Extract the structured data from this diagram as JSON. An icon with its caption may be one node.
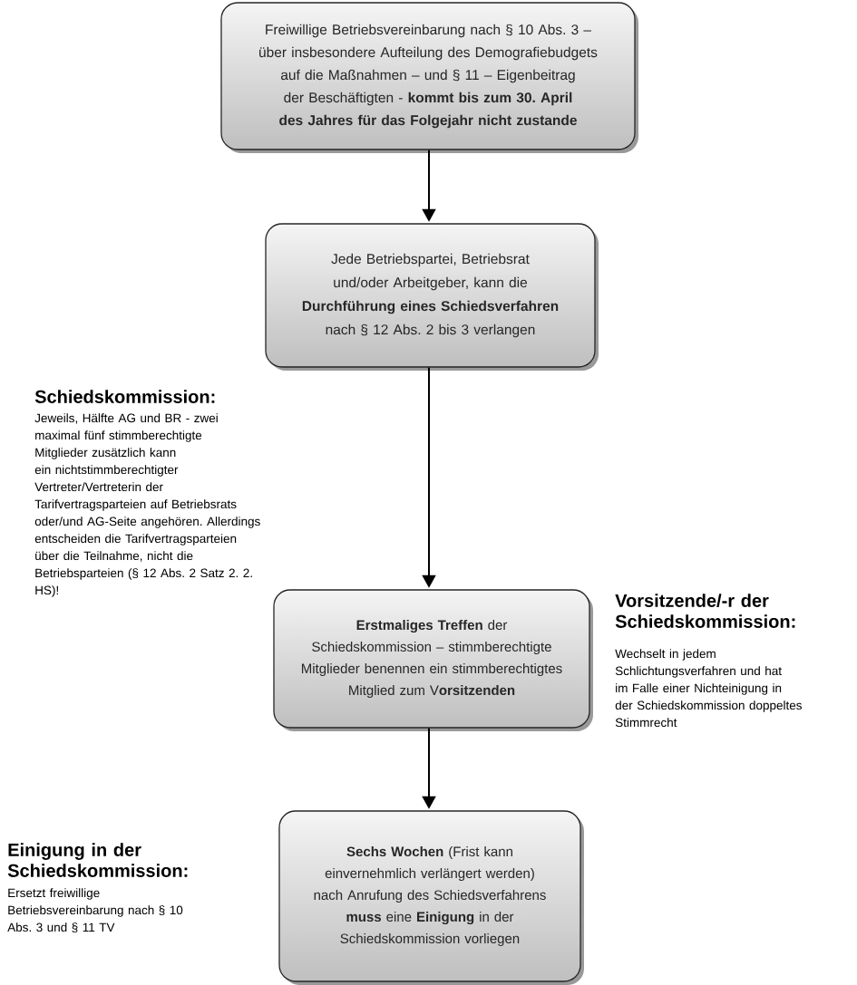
{
  "diagram": {
    "nodes": [
      {
        "text": [
          "Freiwillige Betriebsvereinbarung nach § 10 Abs. 3 – über insbesondere Aufteilung des Demografiebudgets auf die Maßnahmen – und § 11 – Eigenbeitrag der Beschäftigten - **kommt bis zum 30. April des Jahres für das Folgejahr nicht zustande**"
        ]
      },
      {
        "text": [
          "Jede Betriebspartei, Betriebsrat und/oder Arbeitgeber, kann die **Durchführung eines Schiedsverfahren** nach § 12 Abs. 2 bis 3 verlangen"
        ]
      },
      {
        "text": [
          "**Erstmaliges Treffen** der Schiedskommission – stimmberechtigte Mitglieder benennen ein stimmberechtigtes Mitglied zum V**orsitzenden**"
        ]
      },
      {
        "text": [
          "**Sechs Wochen** (Frist kann einvernehmlich verlängert werden) nach Anrufung des Schiedsverfahrens **muss** eine **Einigung** in der Schiedskommission vorliegen"
        ]
      }
    ],
    "edges": [
      {
        "from": 0,
        "to": 1,
        "arrow": "to"
      },
      {
        "from": 1,
        "to": 2,
        "arrow": "to"
      },
      {
        "from": 2,
        "to": 3,
        "arrow": "to"
      }
    ],
    "labels": [
      "Schiedskommission:",
      "Jeweils, Hälfte AG und BR - zwei maximal fünf stimmberechtigte Mitglieder zusätzlich kann ein nichtstimmberechtigter Vertreter/Vertreterin der Tarifvertragsparteien auf Betriebsrats oder/und AG-Seite angehören. Allerdings entscheiden die Tarifvertragsparteien über die Teilnahme, nicht die Betriebsparteien (§ 12 Abs. 2 Satz 2. 2. HS)!",
      "Vorsitzende/-r der Schiedskommission:",
      "Wechselt in jedem Schlichtungsverfahren und hat im Falle einer Nichteinigung in der Schiedskommission doppeltes Stimmrecht",
      "Einigung in der Schiedskommission:",
      "Ersetzt freiwillige Betriebsvereinbarung nach § 10 Abs. 3 und § 11 TV"
    ]
  }
}
